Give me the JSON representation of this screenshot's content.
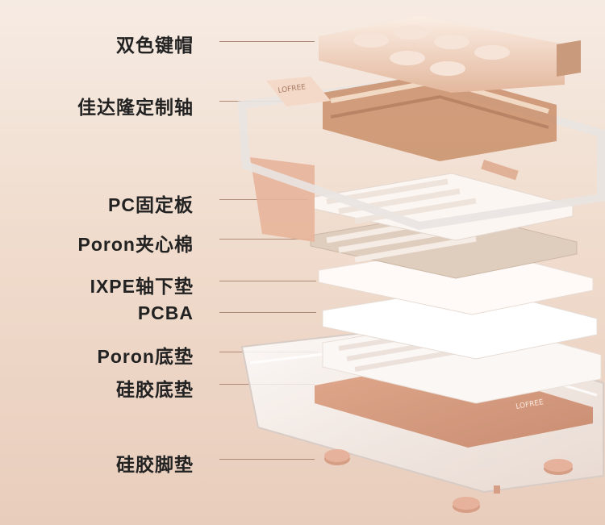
{
  "labels": [
    {
      "text": "双色键帽"
    },
    {
      "text": "佳达隆定制轴"
    },
    {
      "text": "PC固定板"
    },
    {
      "text": "Poron夹心棉"
    },
    {
      "text": "IXPE轴下垫"
    },
    {
      "text": "PCBA"
    },
    {
      "text": "Poron底垫"
    },
    {
      "text": "硅胶底垫"
    },
    {
      "text": "硅胶脚垫"
    }
  ],
  "brand": {
    "logo_text": "LOFREE"
  },
  "colors": {
    "background": "#f0dccd",
    "keycap": "#ecc9b2",
    "accent": "#d9a48c"
  }
}
